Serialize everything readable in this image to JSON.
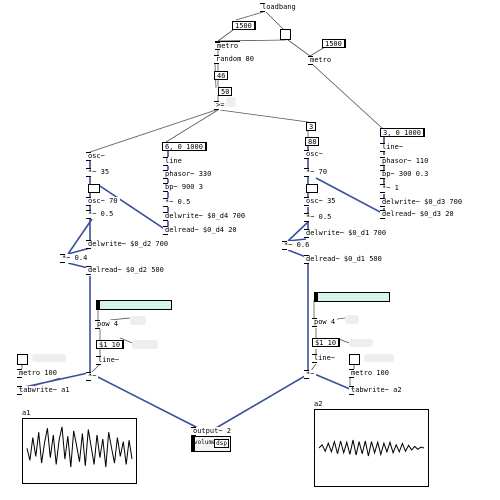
{
  "objects": {
    "loadbang": "loadbang",
    "n1500a": "1500",
    "metro1": "metro",
    "n1500b": "1500",
    "metro2": "metro",
    "random": "random 80",
    "n46": "46",
    "n50": "50",
    "ge": ">=",
    "msg_c1": "6, 0 1000",
    "line_c1": "line",
    "phasor1": "phasor~ 330",
    "bp1": "bp~ 900 3",
    "mul05_c1": "*~ 0.5",
    "delwrite_d4": "delwrite~ $0_d4 700",
    "delread_d4": "delread~ $0_d4 20",
    "osc_c0": "osc~",
    "mul35_c0": "*~ 35",
    "osc70_c0": "osc~ 70",
    "mul05_c0": "*~ 0.5",
    "delwrite_d2": "delwrite~ $0_d2 700",
    "mul04": "*~ 0.4",
    "delread_d2": "delread~ $0_d2 500",
    "n3": "3",
    "n88": "88",
    "osc_c2": "osc~",
    "mul70_c2": "*~ 70",
    "osc35_c2": "osc~ 35",
    "mul05_c2": "*~ 0.5",
    "delwrite_d1": "delwrite~ $0_d1 700",
    "mul06": "*~ 0.6",
    "delread_d1": "delread~ $0_d1 500",
    "msg_c3": "3, 0 1000",
    "line_c3": "line~",
    "phasor3": "phasor~ 110",
    "bp3": "bp~ 300 0.3",
    "mul1_c3": "*~ 1",
    "delwrite_d3": "delwrite~ $0_d3 700",
    "delread_d3": "delread~ $0_d3 20",
    "pow_l": "pow 4",
    "msg_l": "$1 10",
    "line_l": "line~",
    "mul_l": "*~",
    "pow_r": "pow 4",
    "msg_r": "$1 10",
    "line_r": "line~",
    "mul_r": "*~",
    "metro_l": "metro 100",
    "tab_a1": "tabwrite~ a1",
    "metro_r": "metro 100",
    "tab_a2": "tabwrite~ a2",
    "output": "output~ 2",
    "volume": "volume",
    "dsp": "dsp"
  },
  "graphs": {
    "a1": {
      "label": "a1",
      "values": [
        0.1,
        -0.35,
        0.5,
        -0.2,
        0.7,
        -0.45,
        0.3,
        0.85,
        -0.25,
        0.6,
        -0.5,
        0.4,
        0.9,
        -0.3,
        0.55,
        -0.6,
        0.75,
        0.2,
        -0.4,
        0.65,
        -0.55,
        0.8,
        0.15,
        -0.5,
        0.6,
        -0.25,
        0.45,
        -0.6,
        0.7,
        0.1,
        -0.45,
        0.5,
        -0.2,
        0.35,
        -0.5,
        0.4,
        -0.3
      ]
    },
    "a2": {
      "label": "a2",
      "values": [
        0.0,
        0.1,
        -0.1,
        0.15,
        -0.12,
        0.2,
        -0.18,
        0.22,
        -0.15,
        0.18,
        -0.2,
        0.25,
        -0.22,
        0.2,
        -0.18,
        0.22,
        -0.25,
        0.2,
        -0.15,
        0.18,
        -0.2,
        0.15,
        -0.12,
        0.18,
        -0.15,
        0.1,
        -0.12,
        0.14,
        -0.1,
        0.08,
        -0.06,
        0.05,
        -0.04,
        0.03,
        0.0
      ]
    }
  },
  "colors": {
    "signal_wire": "#3a4f9c",
    "control_wire": "#555555",
    "slider_fill": "#d2f5e8"
  }
}
